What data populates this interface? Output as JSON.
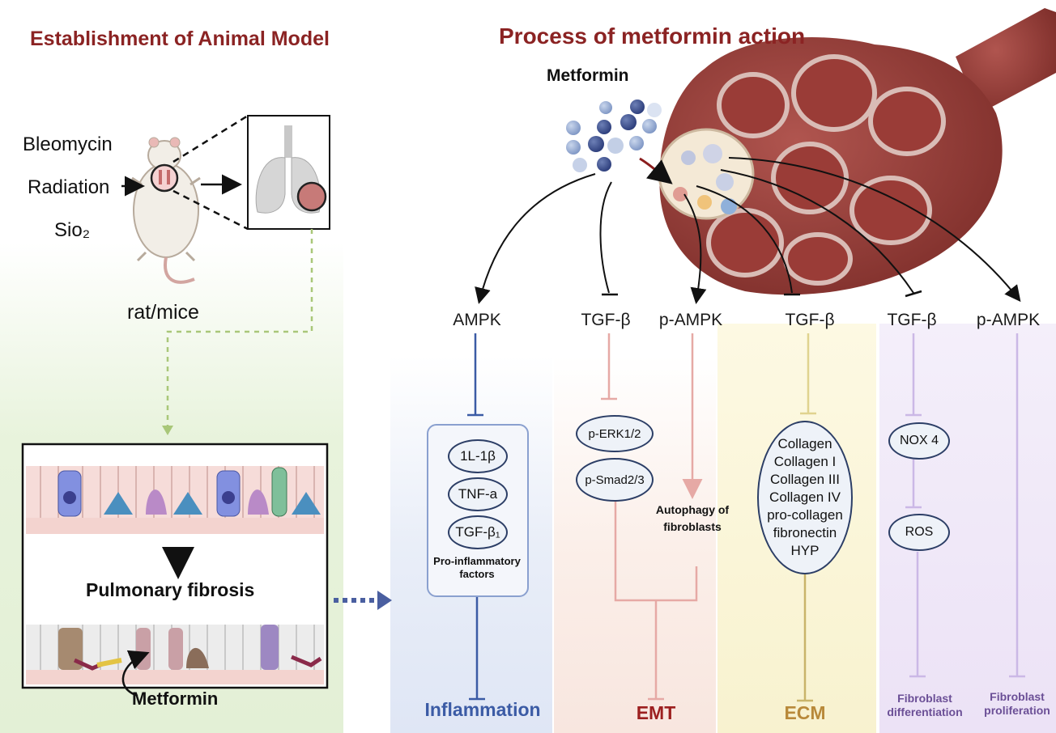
{
  "left": {
    "title": "Establishment of Animal Model",
    "inducers": [
      "Bleomycin",
      "Radiation",
      "Sio₂"
    ],
    "animal_label": "rat/mice",
    "fibrosis_label": "Pulmonary fibrosis",
    "metformin_label": "Metformin"
  },
  "right": {
    "title": "Process of metformin action",
    "metformin_label": "Metformin",
    "pathways": [
      {
        "top": "AMPK",
        "outcome": "Inflammation",
        "color": "#3b5ba5"
      },
      {
        "top": "TGF-β",
        "outcome": "EMT",
        "color": "#9c1f1f"
      },
      {
        "top": "p-AMPK"
      },
      {
        "top": "TGF-β",
        "outcome": "ECM",
        "color": "#b8893a"
      },
      {
        "top": "TGF-β",
        "outcome": "Fibroblast differentiation",
        "color": "#6b4f96"
      },
      {
        "top": "p-AMPK",
        "outcome": "Fibroblast proliferation",
        "color": "#6b4f96"
      }
    ],
    "inflammation_factors": [
      "1L-1β",
      "TNF-a",
      "TGF-β₁"
    ],
    "inflammation_caption": "Pro-inflammatory factors",
    "emt_factors": [
      "p-ERK1/2",
      "p-Smad2/3"
    ],
    "autophagy_label": "Autophagy of fibroblasts",
    "ecm_items": [
      "Collagen",
      "Collagen I",
      "Collagen III",
      "Collagen IV",
      "pro-collagen",
      "fibronectin",
      "HYP"
    ],
    "fib_items": [
      "NOX 4",
      "ROS"
    ]
  }
}
